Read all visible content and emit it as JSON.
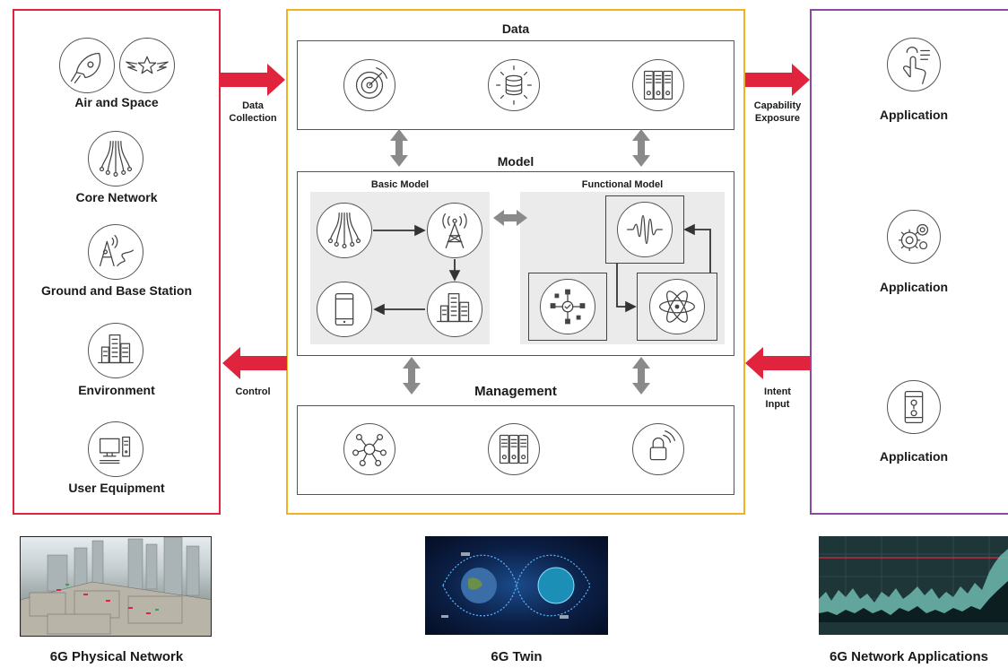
{
  "colors": {
    "physical": "#e0243e",
    "twin": "#f0b21e",
    "application": "#8a4aa3",
    "arrow_red": "#e0243e",
    "arrow_gray": "#8a8a8a"
  },
  "physical": {
    "items": [
      {
        "label": "Air and Space",
        "icons": [
          "rocket-icon",
          "wings-star-icon"
        ]
      },
      {
        "label": "Core Network",
        "icons": [
          "fiber-icon"
        ]
      },
      {
        "label": "Ground and Base Station",
        "icons": [
          "antenna-road-icon"
        ]
      },
      {
        "label": "Environment",
        "icons": [
          "buildings-icon"
        ]
      },
      {
        "label": "User Equipment",
        "icons": [
          "desktop-computer-icon"
        ]
      }
    ],
    "caption": "6G Physical Network"
  },
  "twin": {
    "data": {
      "title": "Data",
      "icons": [
        "radar-icon",
        "database-icon",
        "servers-icon"
      ]
    },
    "model": {
      "title": "Model",
      "basic": {
        "title": "Basic Model",
        "icons": [
          "fiber-icon",
          "antenna-tower-icon",
          "smartphone-icon",
          "buildings-icon"
        ]
      },
      "functional": {
        "title": "Functional Model",
        "icons": [
          "waveform-icon",
          "network-nodes-icon",
          "atom-icon"
        ]
      }
    },
    "management": {
      "title": "Management",
      "icons": [
        "hub-nodes-icon",
        "servers-icon",
        "lock-icon"
      ]
    },
    "caption": "6G Twin"
  },
  "flows": {
    "data_collection": "Data\nCollection",
    "control": "Control",
    "capability_exposure": "Capability\nExposure",
    "intent_input": "Intent\nInput"
  },
  "applications": {
    "items": [
      {
        "label": "Application",
        "icon": "touch-menu-icon"
      },
      {
        "label": "Application",
        "icon": "gears-icon"
      },
      {
        "label": "Application",
        "icon": "mobile-location-icon"
      }
    ],
    "caption": "6G Network Applications"
  }
}
